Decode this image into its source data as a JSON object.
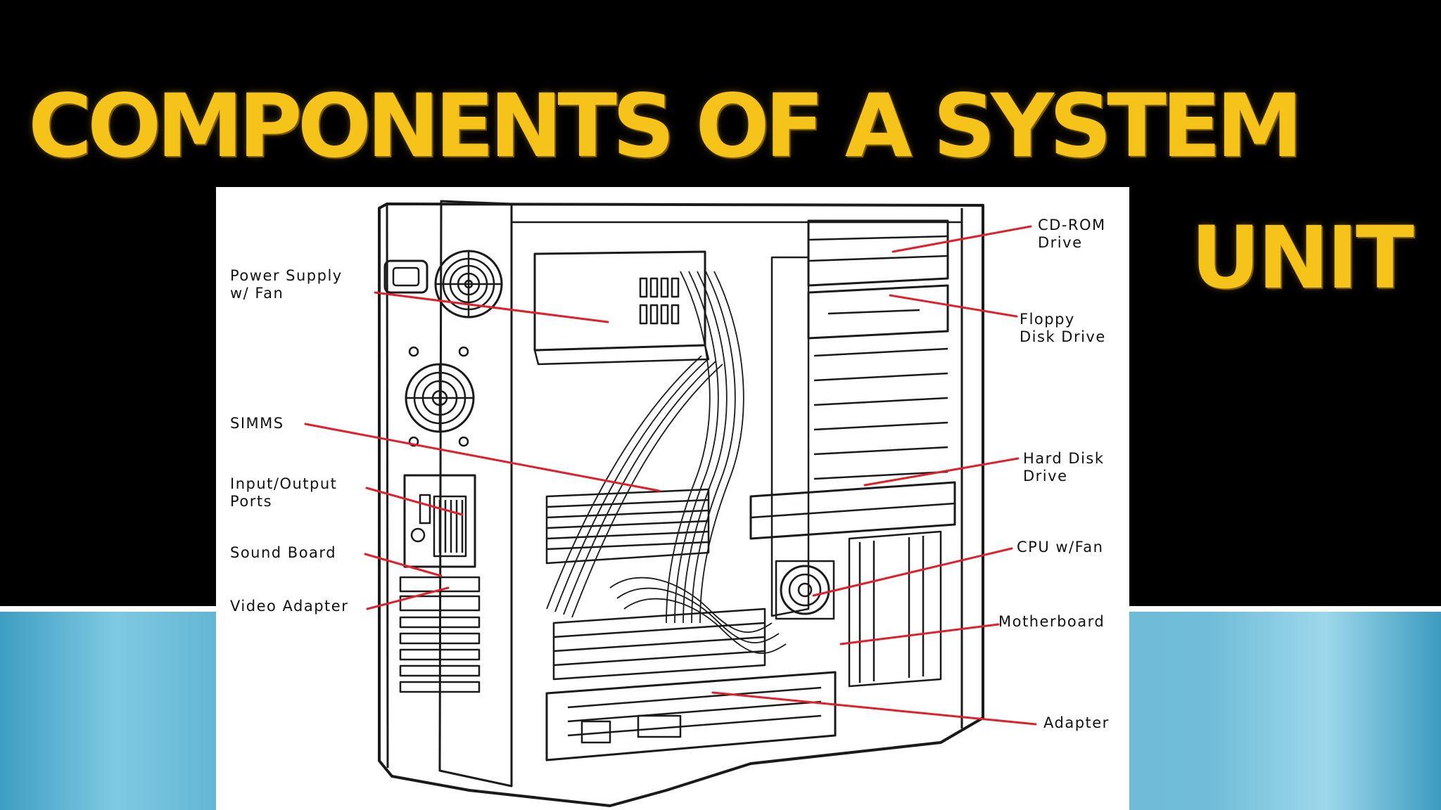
{
  "slide": {
    "title_line1": "COMPONENTS OF A SYSTEM",
    "title_line2": "UNIT",
    "accent_color": "#f6c31a",
    "background_color": "#000000",
    "band_color": "#6fbdd9"
  },
  "figure": {
    "callouts": [
      {
        "id": "power-supply",
        "lines": [
          "Power Supply",
          "w/ Fan"
        ]
      },
      {
        "id": "simms",
        "lines": [
          "SIMMS"
        ]
      },
      {
        "id": "io-ports",
        "lines": [
          "Input/Output",
          "Ports"
        ]
      },
      {
        "id": "sound-board",
        "lines": [
          "Sound Board"
        ]
      },
      {
        "id": "video-adapter",
        "lines": [
          "Video Adapter"
        ]
      },
      {
        "id": "cd-rom",
        "lines": [
          "CD-ROM",
          "Drive"
        ]
      },
      {
        "id": "floppy",
        "lines": [
          "Floppy",
          "Disk Drive"
        ]
      },
      {
        "id": "hard-disk",
        "lines": [
          "Hard Disk",
          "Drive"
        ]
      },
      {
        "id": "cpu",
        "lines": [
          "CPU w/Fan"
        ]
      },
      {
        "id": "motherboard",
        "lines": [
          "Motherboard"
        ]
      },
      {
        "id": "adapter",
        "lines": [
          "Adapter"
        ]
      }
    ],
    "leader_color": "#e0202a"
  }
}
